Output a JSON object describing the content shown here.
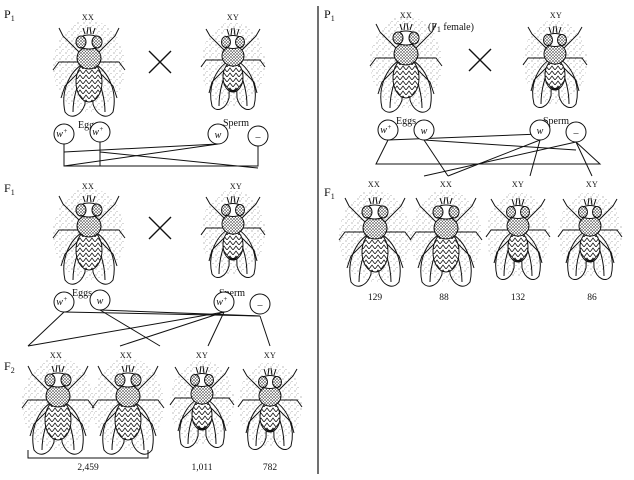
{
  "left_panel": {
    "p1": {
      "label": "P",
      "sub": "1",
      "female_chrom": "XX",
      "male_chrom": "XY",
      "eggs_label": "Eggs",
      "sperm_label": "Sperm",
      "gametes": [
        {
          "allele": "w",
          "sup": "+"
        },
        {
          "allele": "w",
          "sup": "+"
        },
        {
          "allele": "w",
          "sup": ""
        },
        {
          "allele": "–",
          "sup": ""
        }
      ]
    },
    "f1": {
      "label": "F",
      "sub": "1",
      "female_chrom": "XX",
      "male_chrom": "XY",
      "eggs_label": "Eggs",
      "sperm_label": "Sperm",
      "gametes": [
        {
          "allele": "w",
          "sup": "+"
        },
        {
          "allele": "w",
          "sup": ""
        },
        {
          "allele": "w",
          "sup": "+"
        },
        {
          "allele": "–",
          "sup": ""
        }
      ]
    },
    "f2": {
      "label": "F",
      "sub": "2",
      "offspring": [
        {
          "chrom": "XX",
          "eyes": "red"
        },
        {
          "chrom": "XX",
          "eyes": "red"
        },
        {
          "chrom": "XY",
          "eyes": "red"
        },
        {
          "chrom": "XY",
          "eyes": "white"
        }
      ],
      "counts": [
        "2,459",
        "1,011",
        "782"
      ]
    }
  },
  "right_panel": {
    "p1": {
      "label": "P",
      "sub": "1",
      "female_chrom": "XX",
      "female_note": "(F",
      "female_note_sub": "1",
      "female_note_rest": " female)",
      "male_chrom": "XY",
      "eggs_label": "Eggs",
      "sperm_label": "Sperm",
      "gametes": [
        {
          "allele": "w",
          "sup": "+"
        },
        {
          "allele": "w",
          "sup": ""
        },
        {
          "allele": "w",
          "sup": ""
        },
        {
          "allele": "–",
          "sup": ""
        }
      ]
    },
    "f1": {
      "label": "F",
      "sub": "1",
      "offspring": [
        {
          "chrom": "XX",
          "eyes": "red"
        },
        {
          "chrom": "XX",
          "eyes": "white"
        },
        {
          "chrom": "XY",
          "eyes": "red"
        },
        {
          "chrom": "XY",
          "eyes": "white"
        }
      ],
      "counts": [
        "129",
        "88",
        "132",
        "86"
      ]
    }
  },
  "cross_symbol": "×"
}
